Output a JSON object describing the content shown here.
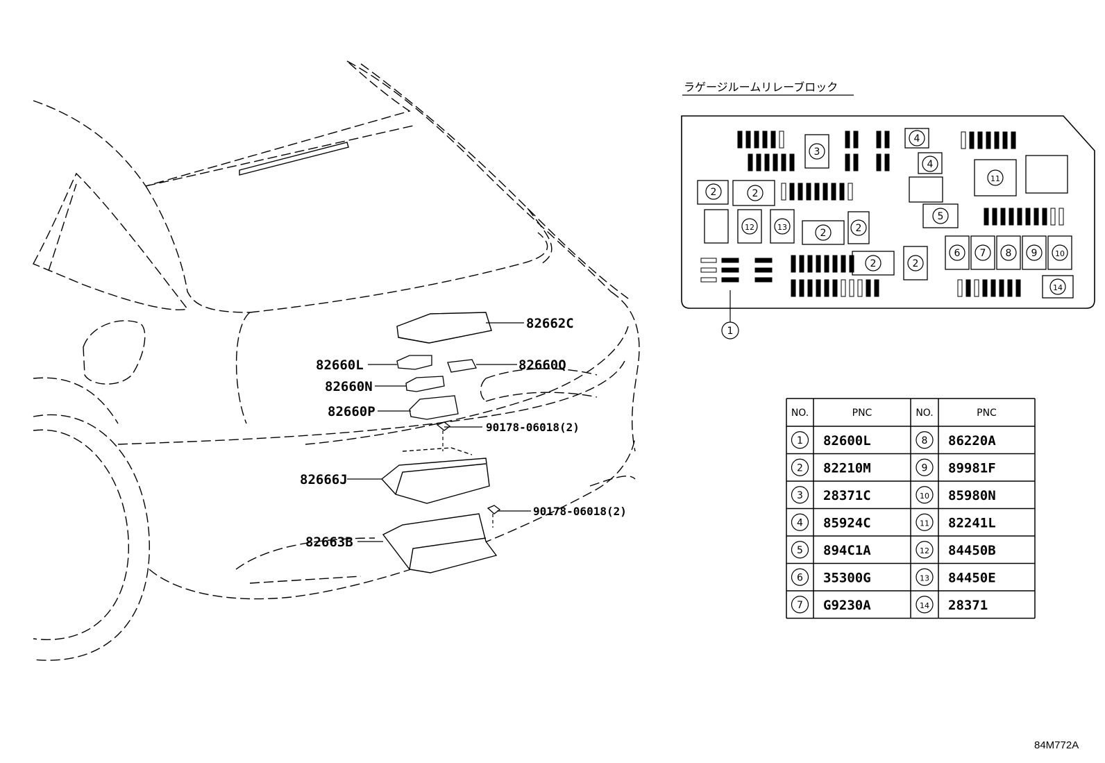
{
  "relay_block": {
    "title": "ラゲージルームリレーブロック",
    "positions": [
      "2",
      "2",
      "3",
      "4",
      "4",
      "5",
      "6",
      "7",
      "8",
      "9",
      "10",
      "11",
      "12",
      "13",
      "14",
      "1"
    ]
  },
  "callouts": {
    "c82662C": "82662C",
    "c82660L": "82660L",
    "c82660Q": "82660Q",
    "c82660N": "82660N",
    "c82660P": "82660P",
    "nut1": "90178-06018(2)",
    "c82666J": "82666J",
    "nut2": "90178-06018(2)",
    "c82663B": "82663B"
  },
  "table": {
    "headers": [
      "NO.",
      "PNC",
      "NO.",
      "PNC"
    ],
    "rows": [
      [
        "1",
        "82600L",
        "8",
        "86220A"
      ],
      [
        "2",
        "82210M",
        "9",
        "89981F"
      ],
      [
        "3",
        "28371C",
        "10",
        "85980N"
      ],
      [
        "4",
        "85924C",
        "11",
        "82241L"
      ],
      [
        "5",
        "894C1A",
        "12",
        "84450B"
      ],
      [
        "6",
        "35300G",
        "13",
        "84450E"
      ],
      [
        "7",
        "G9230A",
        "14",
        "28371"
      ]
    ]
  },
  "figure_code": "84M772A"
}
